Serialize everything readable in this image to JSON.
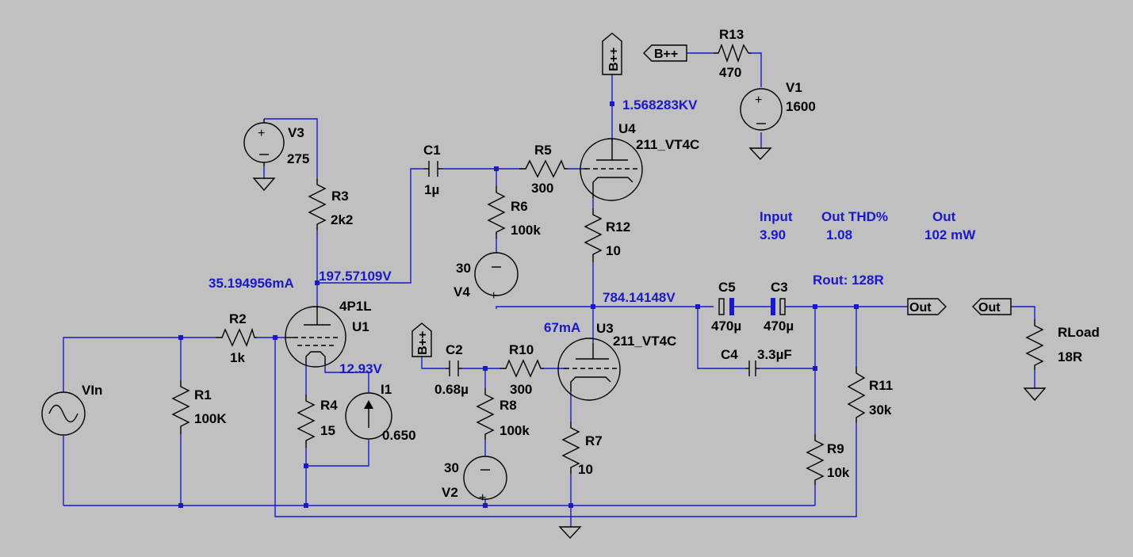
{
  "components": {
    "V3": {
      "ref": "V3",
      "value": "275"
    },
    "R3": {
      "ref": "R3",
      "value": "2k2"
    },
    "C1": {
      "ref": "C1",
      "value": "1µ"
    },
    "R5": {
      "ref": "R5",
      "value": "300"
    },
    "R6": {
      "ref": "R6",
      "value": "100k"
    },
    "V4": {
      "ref": "V4",
      "value": "30"
    },
    "U4": {
      "ref": "U4",
      "value": "211_VT4C"
    },
    "R12": {
      "ref": "R12",
      "value": "10"
    },
    "R13": {
      "ref": "R13",
      "value": "470"
    },
    "V1": {
      "ref": "V1",
      "value": "1600"
    },
    "U1": {
      "ref": "U1",
      "value": "4P1L"
    },
    "R2": {
      "ref": "R2",
      "value": "1k"
    },
    "R1": {
      "ref": "R1",
      "value": "100K"
    },
    "VIn": {
      "ref": "VIn"
    },
    "R4": {
      "ref": "R4",
      "value": "15"
    },
    "I1": {
      "ref": "I1",
      "value": "0.650"
    },
    "C2": {
      "ref": "C2",
      "value": "0.68µ"
    },
    "R10": {
      "ref": "R10",
      "value": "300"
    },
    "R8": {
      "ref": "R8",
      "value": "100k"
    },
    "V2": {
      "ref": "V2",
      "value": "30"
    },
    "U3": {
      "ref": "U3",
      "value": "211_VT4C"
    },
    "R7": {
      "ref": "R7",
      "value": "10"
    },
    "C5": {
      "ref": "C5",
      "value": "470µ"
    },
    "C3": {
      "ref": "C3",
      "value": "470µ"
    },
    "C4": {
      "ref": "C4",
      "value": "3.3µF"
    },
    "R9": {
      "ref": "R9",
      "value": "10k"
    },
    "R11": {
      "ref": "R11",
      "value": "30k"
    },
    "RLoad": {
      "ref": "RLoad",
      "value": "18R"
    }
  },
  "net_labels": {
    "bpp_top": "B++",
    "bpp_supply": "B++",
    "bpp_u3": "B++",
    "out_main": "Out",
    "out_load": "Out"
  },
  "annotations": {
    "u4_anode_voltage": "1.568283KV",
    "u1_anode_current": "35.194956mA",
    "u1_anode_voltage": "197.57109V",
    "u1_cathode_voltage": "12.93V",
    "u3_current": "67mA",
    "midpoint_voltage": "784.14148V",
    "rout": "Rout: 128R",
    "measure_headers": [
      "Input",
      "Out THD%",
      "Out"
    ],
    "measure_values": [
      "3.90",
      "1.08",
      "102 mW"
    ]
  },
  "colors": {
    "background": "#c0c0c0",
    "wire": "#1919c8",
    "symbol": "#000000",
    "annotation": "#1919c8"
  }
}
